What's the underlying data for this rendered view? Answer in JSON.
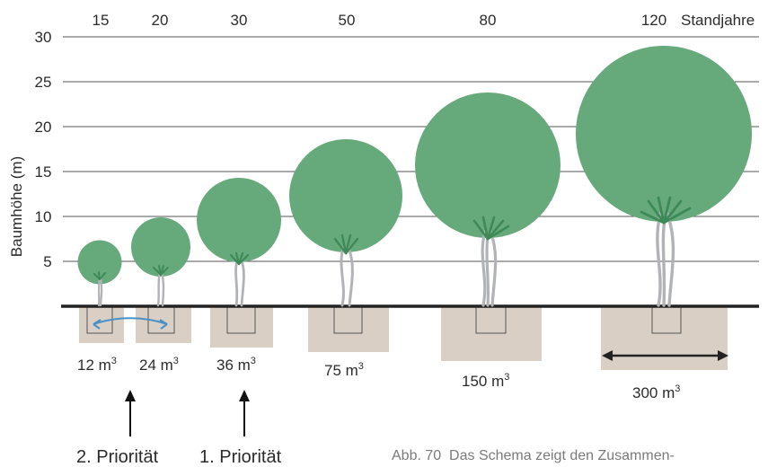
{
  "colors": {
    "canopy": "#66a97b",
    "trunk": "#b1b3b6",
    "leaf": "#3d8a57",
    "soil": "#d9cfc4",
    "ground": "#222222",
    "grid": "#555555",
    "arrow_blue": "#4a90c8"
  },
  "axis": {
    "ylabel": "Baumhöhe (m)",
    "yticks": [
      "30",
      "25",
      "20",
      "15",
      "10",
      "5"
    ],
    "years_label": "Standjahre"
  },
  "trees": [
    {
      "year": "15",
      "volume": "12 m",
      "volume_sup": "3",
      "height": 5
    },
    {
      "year": "20",
      "volume": "24 m",
      "volume_sup": "3",
      "height": 6.5
    },
    {
      "year": "30",
      "volume": "36 m",
      "volume_sup": "3",
      "height": 9.5
    },
    {
      "year": "50",
      "volume": "75 m",
      "volume_sup": "3",
      "height": 12
    },
    {
      "year": "80",
      "volume": "150 m",
      "volume_sup": "3",
      "height": 15.5
    },
    {
      "year": "120",
      "volume": "300 m",
      "volume_sup": "3",
      "height": 19
    }
  ],
  "priorities": {
    "second": "2. Priorität",
    "first": "1. Priorität"
  },
  "caption": "Abb. 70  Das Schema zeigt den Zusammen-",
  "icons": [
    "tree-icon",
    "double-arrow-icon",
    "up-arrow-icon"
  ]
}
